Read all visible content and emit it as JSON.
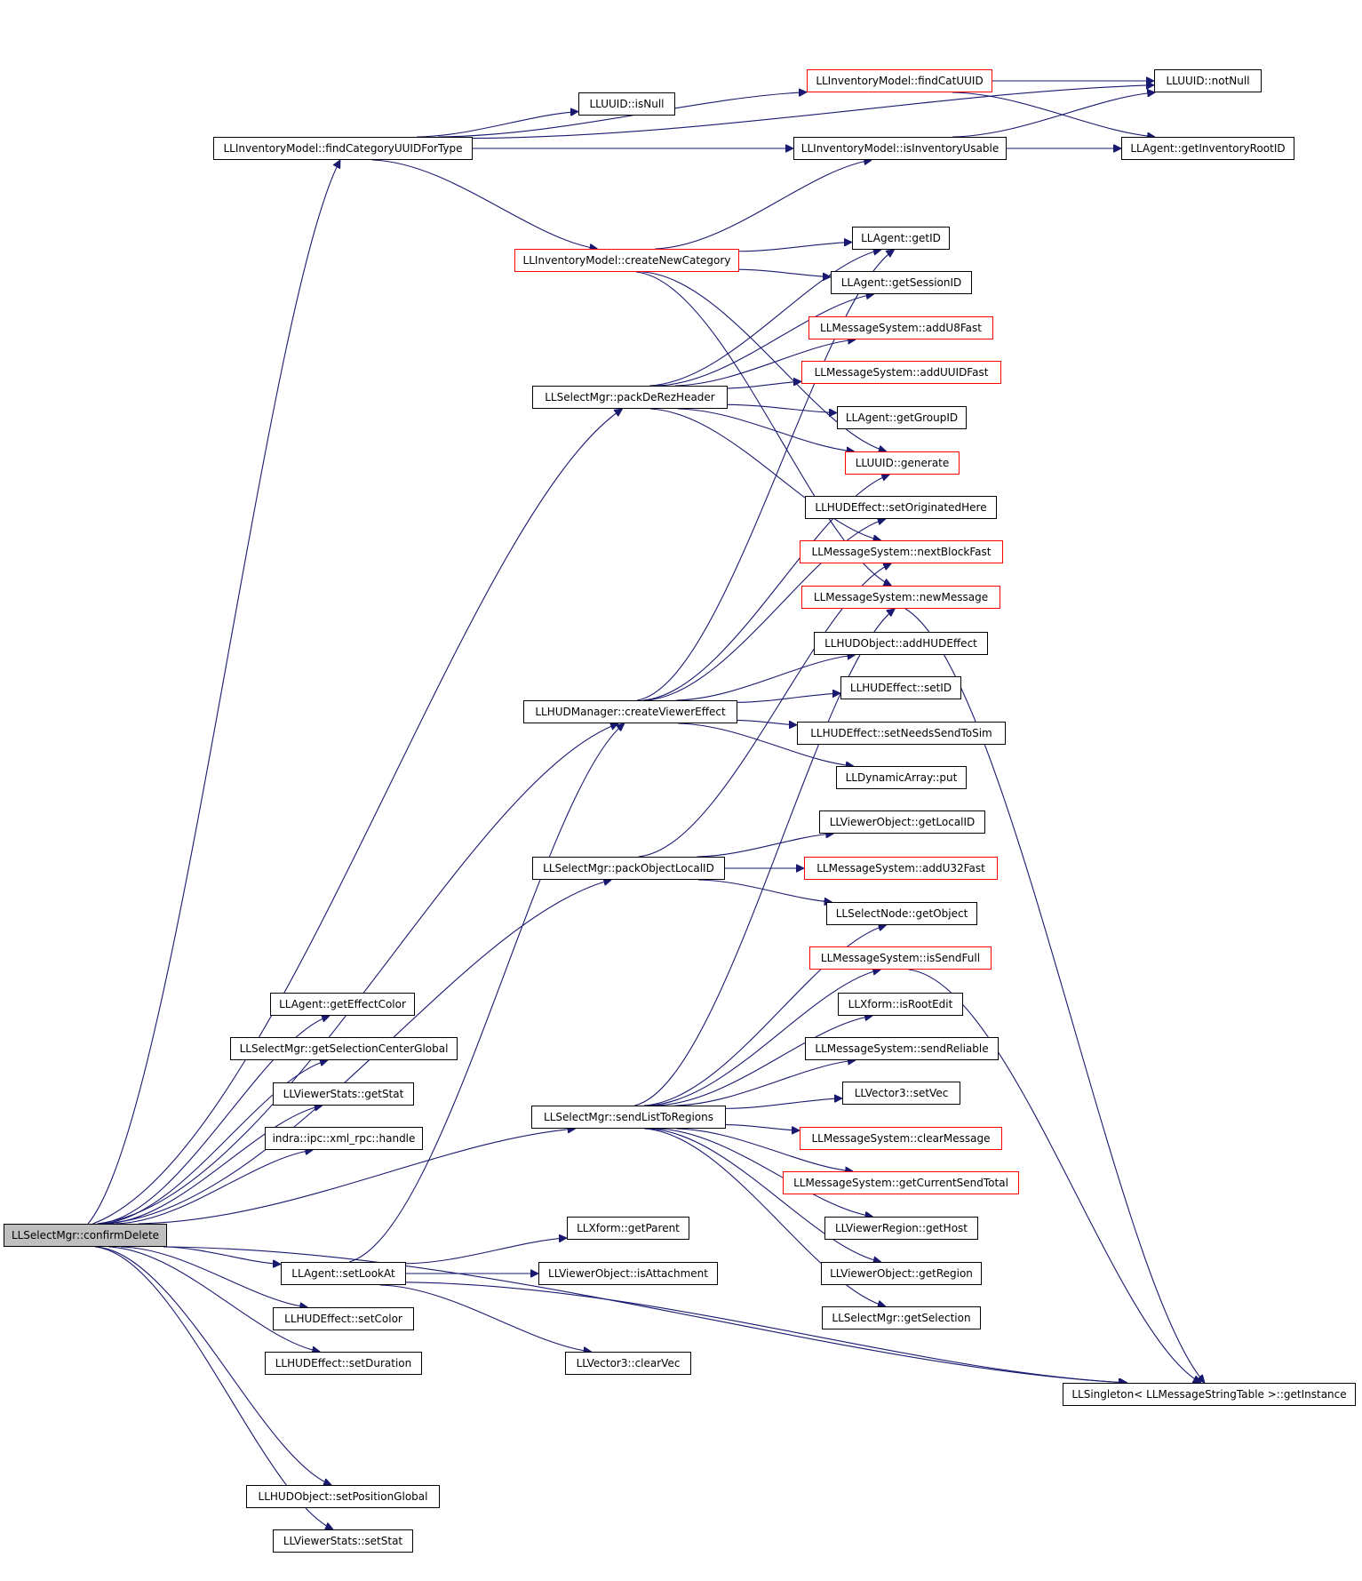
{
  "diagram": {
    "edge_color": "#191970",
    "node_border_default": "#000000",
    "node_border_truncated": "#ff0000",
    "root_fill": "#bfbfbf",
    "nodes": {
      "confirmDelete": {
        "label": "LLSelectMgr::confirmDelete",
        "style": "root"
      },
      "findCategoryUUIDForType": {
        "label": "LLInventoryModel::findCategoryUUIDForType",
        "style": "normal"
      },
      "findCatUUID": {
        "label": "LLInventoryModel::findCatUUID",
        "style": "red"
      },
      "notNull": {
        "label": "LLUUID::notNull",
        "style": "normal"
      },
      "isNull": {
        "label": "LLUUID::isNull",
        "style": "normal"
      },
      "isInventoryUsable": {
        "label": "LLInventoryModel::isInventoryUsable",
        "style": "normal"
      },
      "getInventoryRootID": {
        "label": "LLAgent::getInventoryRootID",
        "style": "normal"
      },
      "createNewCategory": {
        "label": "LLInventoryModel::createNewCategory",
        "style": "red"
      },
      "getID": {
        "label": "LLAgent::getID",
        "style": "normal"
      },
      "getSessionID": {
        "label": "LLAgent::getSessionID",
        "style": "normal"
      },
      "addU8Fast": {
        "label": "LLMessageSystem::addU8Fast",
        "style": "red"
      },
      "addUUIDFast": {
        "label": "LLMessageSystem::addUUIDFast",
        "style": "red"
      },
      "packDeRezHeader": {
        "label": "LLSelectMgr::packDeRezHeader",
        "style": "normal"
      },
      "getGroupID": {
        "label": "LLAgent::getGroupID",
        "style": "normal"
      },
      "generate": {
        "label": "LLUUID::generate",
        "style": "red"
      },
      "setOriginatedHere": {
        "label": "LLHUDEffect::setOriginatedHere",
        "style": "normal"
      },
      "nextBlockFast": {
        "label": "LLMessageSystem::nextBlockFast",
        "style": "red"
      },
      "newMessage": {
        "label": "LLMessageSystem::newMessage",
        "style": "red"
      },
      "addHUDEffect": {
        "label": "LLHUDObject::addHUDEffect",
        "style": "normal"
      },
      "createViewerEffect": {
        "label": "LLHUDManager::createViewerEffect",
        "style": "normal"
      },
      "setID": {
        "label": "LLHUDEffect::setID",
        "style": "normal"
      },
      "setNeedsSendToSim": {
        "label": "LLHUDEffect::setNeedsSendToSim",
        "style": "normal"
      },
      "put": {
        "label": "LLDynamicArray::put",
        "style": "normal"
      },
      "getLocalID": {
        "label": "LLViewerObject::getLocalID",
        "style": "normal"
      },
      "packObjectLocalID": {
        "label": "LLSelectMgr::packObjectLocalID",
        "style": "normal"
      },
      "addU32Fast": {
        "label": "LLMessageSystem::addU32Fast",
        "style": "red"
      },
      "getObject": {
        "label": "LLSelectNode::getObject",
        "style": "normal"
      },
      "isSendFull": {
        "label": "LLMessageSystem::isSendFull",
        "style": "red"
      },
      "getEffectColor": {
        "label": "LLAgent::getEffectColor",
        "style": "normal"
      },
      "isRootEdit": {
        "label": "LLXform::isRootEdit",
        "style": "normal"
      },
      "getSelectionCenterGlobal": {
        "label": "LLSelectMgr::getSelectionCenterGlobal",
        "style": "normal"
      },
      "sendReliable": {
        "label": "LLMessageSystem::sendReliable",
        "style": "normal"
      },
      "getStat": {
        "label": "LLViewerStats::getStat",
        "style": "normal"
      },
      "setVec": {
        "label": "LLVector3::setVec",
        "style": "normal"
      },
      "sendListToRegions": {
        "label": "LLSelectMgr::sendListToRegions",
        "style": "normal"
      },
      "handle": {
        "label": "indra::ipc::xml_rpc::handle",
        "style": "normal"
      },
      "clearMessage": {
        "label": "LLMessageSystem::clearMessage",
        "style": "red"
      },
      "getCurrentSendTotal": {
        "label": "LLMessageSystem::getCurrentSendTotal",
        "style": "red"
      },
      "getParent": {
        "label": "LLXform::getParent",
        "style": "normal"
      },
      "getHost": {
        "label": "LLViewerRegion::getHost",
        "style": "normal"
      },
      "setLookAt": {
        "label": "LLAgent::setLookAt",
        "style": "normal"
      },
      "isAttachment": {
        "label": "LLViewerObject::isAttachment",
        "style": "normal"
      },
      "getRegion": {
        "label": "LLViewerObject::getRegion",
        "style": "normal"
      },
      "setColor": {
        "label": "LLHUDEffect::setColor",
        "style": "normal"
      },
      "getSelection": {
        "label": "LLSelectMgr::getSelection",
        "style": "normal"
      },
      "setDuration": {
        "label": "LLHUDEffect::setDuration",
        "style": "normal"
      },
      "clearVec": {
        "label": "LLVector3::clearVec",
        "style": "normal"
      },
      "getInstance": {
        "label": "LLSingleton< LLMessageStringTable >::getInstance",
        "style": "normal"
      },
      "setPositionGlobal": {
        "label": "LLHUDObject::setPositionGlobal",
        "style": "normal"
      },
      "setStat": {
        "label": "LLViewerStats::setStat",
        "style": "normal"
      }
    },
    "edges": [
      [
        "confirmDelete",
        "findCategoryUUIDForType"
      ],
      [
        "confirmDelete",
        "packDeRezHeader"
      ],
      [
        "confirmDelete",
        "createViewerEffect"
      ],
      [
        "confirmDelete",
        "packObjectLocalID"
      ],
      [
        "confirmDelete",
        "sendListToRegions"
      ],
      [
        "confirmDelete",
        "getEffectColor"
      ],
      [
        "confirmDelete",
        "getSelectionCenterGlobal"
      ],
      [
        "confirmDelete",
        "getStat"
      ],
      [
        "confirmDelete",
        "handle"
      ],
      [
        "confirmDelete",
        "setLookAt"
      ],
      [
        "confirmDelete",
        "setColor"
      ],
      [
        "confirmDelete",
        "setDuration"
      ],
      [
        "confirmDelete",
        "setPositionGlobal"
      ],
      [
        "confirmDelete",
        "setStat"
      ],
      [
        "confirmDelete",
        "getInstance"
      ],
      [
        "findCategoryUUIDForType",
        "findCatUUID"
      ],
      [
        "findCategoryUUIDForType",
        "notNull"
      ],
      [
        "findCategoryUUIDForType",
        "isNull"
      ],
      [
        "findCategoryUUIDForType",
        "isInventoryUsable"
      ],
      [
        "findCategoryUUIDForType",
        "getInventoryRootID"
      ],
      [
        "findCategoryUUIDForType",
        "createNewCategory"
      ],
      [
        "findCatUUID",
        "notNull"
      ],
      [
        "findCatUUID",
        "getInventoryRootID"
      ],
      [
        "isInventoryUsable",
        "notNull"
      ],
      [
        "isInventoryUsable",
        "getInventoryRootID"
      ],
      [
        "createNewCategory",
        "isInventoryUsable"
      ],
      [
        "createNewCategory",
        "getID"
      ],
      [
        "createNewCategory",
        "getSessionID"
      ],
      [
        "createNewCategory",
        "generate"
      ],
      [
        "createNewCategory",
        "newMessage"
      ],
      [
        "packDeRezHeader",
        "getID"
      ],
      [
        "packDeRezHeader",
        "getSessionID"
      ],
      [
        "packDeRezHeader",
        "addU8Fast"
      ],
      [
        "packDeRezHeader",
        "addUUIDFast"
      ],
      [
        "packDeRezHeader",
        "getGroupID"
      ],
      [
        "packDeRezHeader",
        "generate"
      ],
      [
        "packDeRezHeader",
        "nextBlockFast"
      ],
      [
        "createViewerEffect",
        "getID"
      ],
      [
        "createViewerEffect",
        "generate"
      ],
      [
        "createViewerEffect",
        "setOriginatedHere"
      ],
      [
        "createViewerEffect",
        "addHUDEffect"
      ],
      [
        "createViewerEffect",
        "setID"
      ],
      [
        "createViewerEffect",
        "setNeedsSendToSim"
      ],
      [
        "createViewerEffect",
        "put"
      ],
      [
        "packObjectLocalID",
        "getLocalID"
      ],
      [
        "packObjectLocalID",
        "addU32Fast"
      ],
      [
        "packObjectLocalID",
        "getObject"
      ],
      [
        "packObjectLocalID",
        "nextBlockFast"
      ],
      [
        "sendListToRegions",
        "newMessage"
      ],
      [
        "sendListToRegions",
        "getObject"
      ],
      [
        "sendListToRegions",
        "isSendFull"
      ],
      [
        "sendListToRegions",
        "isRootEdit"
      ],
      [
        "sendListToRegions",
        "sendReliable"
      ],
      [
        "sendListToRegions",
        "setVec"
      ],
      [
        "sendListToRegions",
        "clearMessage"
      ],
      [
        "sendListToRegions",
        "getCurrentSendTotal"
      ],
      [
        "sendListToRegions",
        "getHost"
      ],
      [
        "sendListToRegions",
        "getRegion"
      ],
      [
        "sendListToRegions",
        "getSelection"
      ],
      [
        "setLookAt",
        "createViewerEffect"
      ],
      [
        "setLookAt",
        "getParent"
      ],
      [
        "setLookAt",
        "isAttachment"
      ],
      [
        "setLookAt",
        "clearVec"
      ],
      [
        "setLookAt",
        "getInstance"
      ],
      [
        "newMessage",
        "getInstance"
      ],
      [
        "isSendFull",
        "getInstance"
      ]
    ]
  }
}
